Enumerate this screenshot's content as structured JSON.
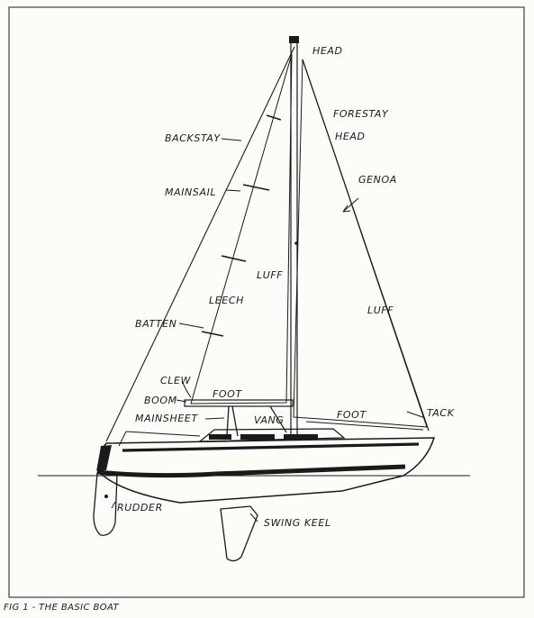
{
  "labels": {
    "head": "HEAD",
    "forestay": "FORESTAY",
    "forestay_head": "HEAD",
    "backstay": "BACKSTAY",
    "mainsail": "MAINSAIL",
    "genoa": "GENOA",
    "luff_main": "LUFF",
    "luff_genoa": "LUFF",
    "leech": "LEECH",
    "batten": "BATTEN",
    "clew": "CLEW",
    "boom": "BOOM",
    "foot_main": "FOOT",
    "mainsheet": "MAINSHEET",
    "vang": "VANG",
    "foot_genoa": "FOOT",
    "tack": "TACK",
    "rudder": "RUDDER",
    "swing_keel": "SWING KEEL"
  },
  "caption": "FIG 1 - THE BASIC BOAT"
}
